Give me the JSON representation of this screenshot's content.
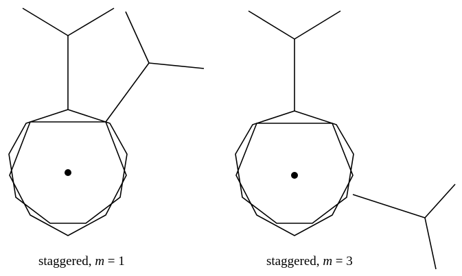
{
  "captions": [
    {
      "prefix": "staggered, ",
      "variable": "m",
      "relation": " = ",
      "value": "1"
    },
    {
      "prefix": "staggered, ",
      "variable": "m",
      "relation": " = ",
      "value": "3"
    }
  ],
  "colors": {
    "line": "#000000",
    "background": "#ffffff"
  }
}
